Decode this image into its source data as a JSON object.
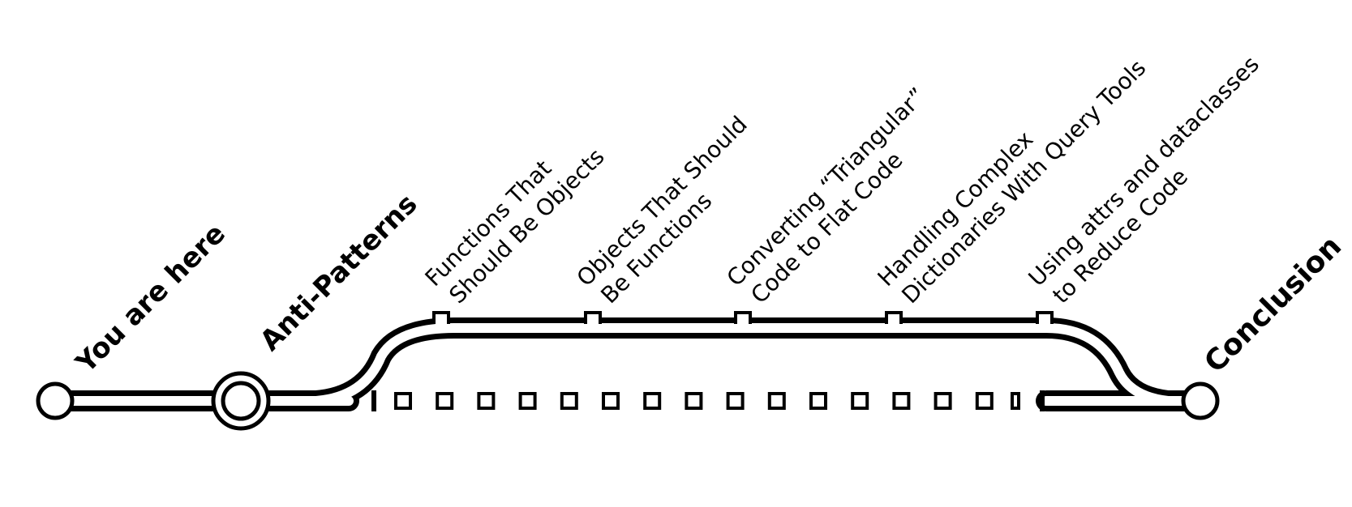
{
  "diagram": {
    "stations": {
      "start": "You are here",
      "interchange": "Anti-Patterns",
      "end": "Conclusion"
    },
    "branch_stops": [
      [
        "Functions That",
        "Should Be Objects"
      ],
      [
        "Objects That Should",
        "Be Functions"
      ],
      [
        "Converting “Triangular”",
        "Code to Flat Code"
      ],
      [
        "Handling Complex",
        "Dictionaries With Query Tools"
      ],
      [
        "Using attrs and dataclasses",
        "to Reduce Code"
      ]
    ],
    "colors": {
      "line": "#000000",
      "background": "#ffffff"
    }
  }
}
